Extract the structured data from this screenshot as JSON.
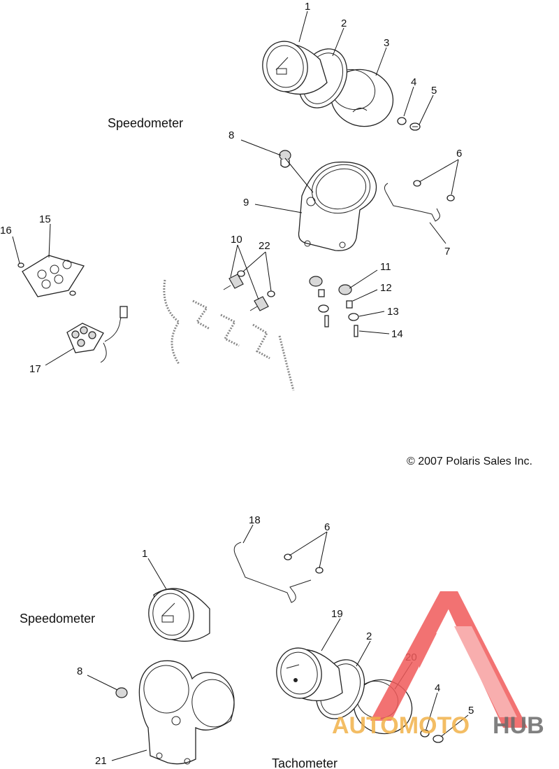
{
  "labels": {
    "speedometer_top": "Speedometer",
    "speedometer_bottom": "Speedometer",
    "tachometer": "Tachometer",
    "copyright": "© 2007 Polaris Sales Inc."
  },
  "callouts": {
    "c1": "1",
    "c2": "2",
    "c3": "3",
    "c4": "4",
    "c5": "5",
    "c6": "6",
    "c7": "7",
    "c8": "8",
    "c9": "9",
    "c10": "10",
    "c11": "11",
    "c12": "12",
    "c13": "13",
    "c14": "14",
    "c15": "15",
    "c16": "16",
    "c17": "17",
    "c22": "22",
    "b1": "1",
    "b2": "2",
    "b4": "4",
    "b5": "5",
    "b6": "6",
    "b8": "8",
    "b18": "18",
    "b19": "19",
    "b20": "20",
    "b21": "21"
  },
  "watermark": {
    "text_a": "AUTOMOTO",
    "text_b": "HUB",
    "color_a": "#f2b24a",
    "color_b": "#6b6b6b",
    "logo_color": "#f05a5a"
  }
}
